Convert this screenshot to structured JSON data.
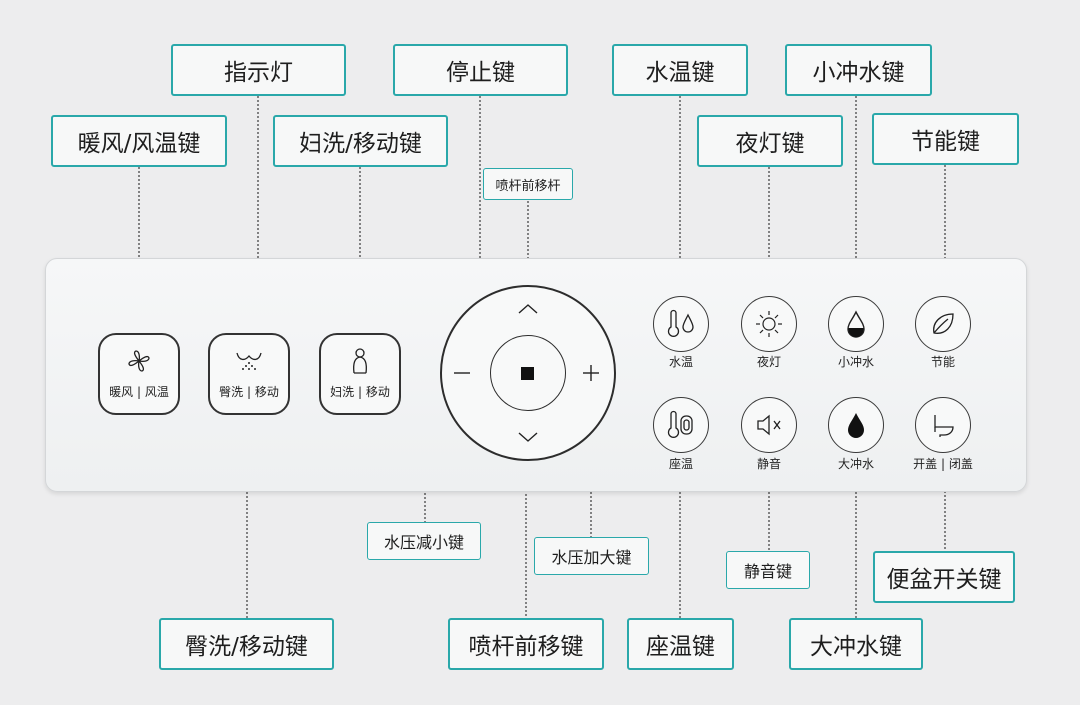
{
  "callouts": {
    "indicator": "指示灯",
    "stop": "停止键",
    "water_temp": "水温键",
    "small_flush": "小冲水键",
    "warm_air": "暖风/风温键",
    "feminine_wash": "妇洗/移动键",
    "night_light": "夜灯键",
    "energy_saving": "节能键",
    "nozzle_forward": "喷杆前移杆",
    "pressure_down": "水压减小键",
    "pressure_up": "水压加大键",
    "mute": "静音键",
    "lid_open_close": "便盆开关键",
    "rear_wash": "臀洗/移动键",
    "nozzle_forward_key": "喷杆前移键",
    "seat_temp": "座温键",
    "big_flush": "大冲水键"
  },
  "keys": {
    "warm_air": "暖风 | 风温",
    "rear_wash": "臀洗 | 移动",
    "feminine_wash": "妇洗 | 移动",
    "water_temp": "水温",
    "night_light": "夜灯",
    "small_flush": "小冲水",
    "energy_saving": "节能",
    "seat_temp": "座温",
    "mute": "静音",
    "big_flush": "大冲水",
    "lid": "开盖 | 闭盖"
  },
  "icons": [
    "fan-icon",
    "rear-wash-icon",
    "feminine-wash-icon",
    "thermometer-drop-icon",
    "sun-icon",
    "half-drop-icon",
    "leaf-icon",
    "seat-temp-icon",
    "mute-icon",
    "full-drop-icon",
    "toilet-lid-icon",
    "chevron-up-icon",
    "chevron-down-icon",
    "plus-icon",
    "minus-icon",
    "stop-icon"
  ],
  "colors": {
    "accent": "#2aa8aa",
    "background": "#ededee",
    "panel": "#f4f5f6",
    "ink": "#222222"
  }
}
